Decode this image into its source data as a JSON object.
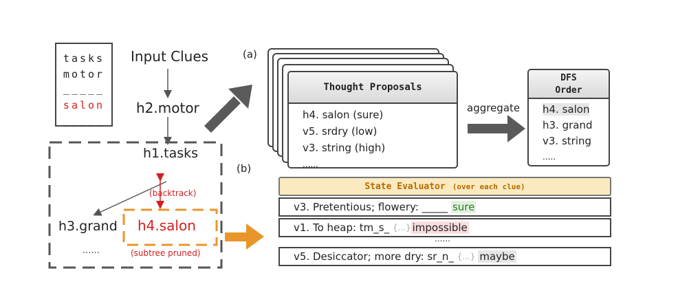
{
  "grid": {
    "lines": [
      "tasks",
      "motor",
      "_____",
      "salon",
      "_____"
    ]
  },
  "tree": {
    "input_clues": "Input Clues",
    "h2": "h2.motor",
    "h1": "h1.tasks",
    "h3": "h3.grand",
    "h4": "h4.salon",
    "more": "......",
    "backtrack": "(backtrack)",
    "pruned": "(subtree pruned)"
  },
  "tags": {
    "a": "(a)",
    "b": "(b)"
  },
  "proposals": {
    "title": "Thought Proposals",
    "items": [
      "h4. salon (sure)",
      "v5. srdry (low)",
      "v3. string (high)",
      "......"
    ]
  },
  "aggregate_label": "aggregate",
  "dfs": {
    "title_line1": "DFS",
    "title_line2": "Order",
    "items": [
      "h4. salon",
      "h3. grand",
      "v3. string",
      "....."
    ]
  },
  "evaluator": {
    "title": "State Evaluator",
    "subtitle": "(over each clue)",
    "rows": [
      {
        "text": "v3. Pretentious; flowery: _____ ",
        "inline": "",
        "verdict": "sure"
      },
      {
        "text": "v1. To heap: tm_s_ ",
        "inline": "{...}",
        "verdict": "impossible"
      },
      {
        "text": "v5. Desiccator; more dry: sr_n_ ",
        "inline": "{...}",
        "verdict": "maybe"
      }
    ],
    "gap": "......"
  },
  "colors": {
    "red": "#d21f1f",
    "orange": "#e8962a",
    "evaluator_fill": "#fbeac0",
    "arrow_gray": "#555555"
  }
}
